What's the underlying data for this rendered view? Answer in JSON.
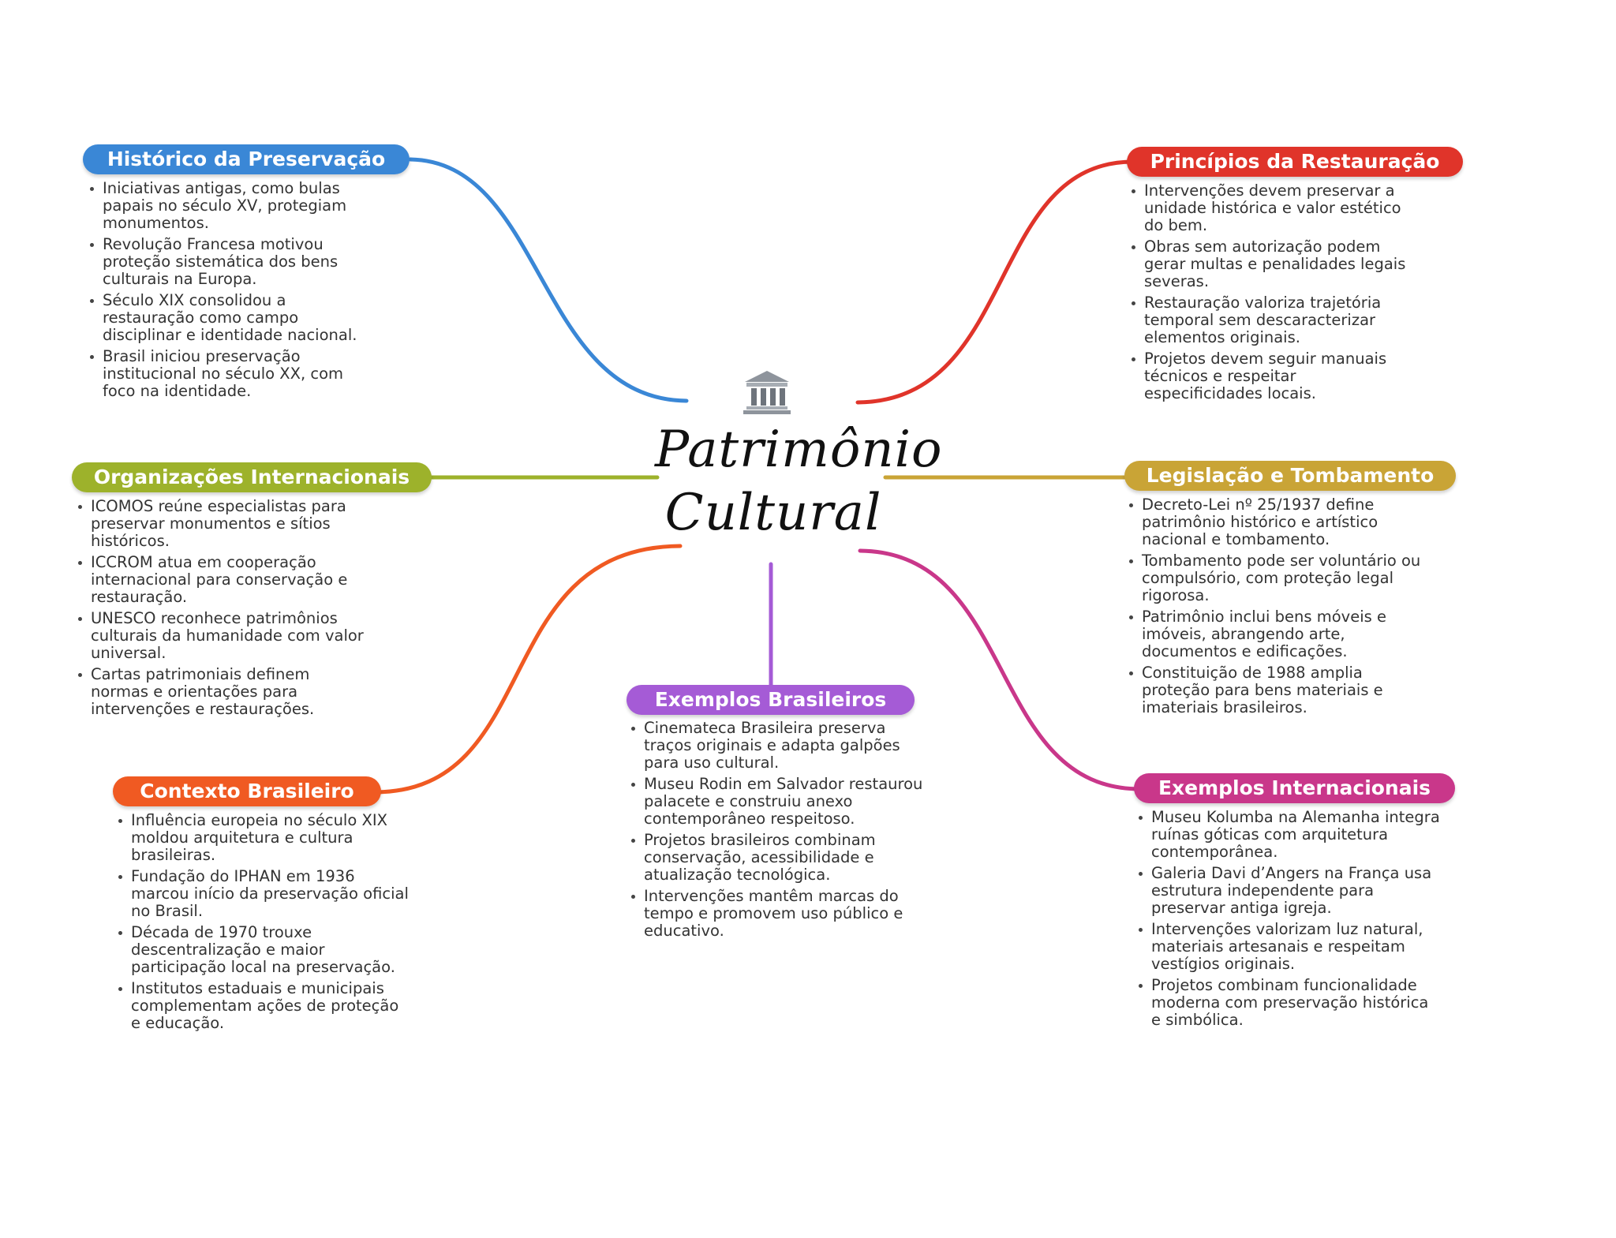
{
  "center": {
    "title": "Patrimônio Cultural",
    "icon": "classical-building-icon"
  },
  "branches": [
    {
      "id": "historico",
      "title": "Histórico da Preservação",
      "color": "#3A87D6",
      "bullets": [
        "Iniciativas antigas, como bulas papais no século XV, protegiam monumentos.",
        "Revolução Francesa motivou proteção sistemática dos bens culturais na Europa.",
        "Século XIX consolidou a restauração como campo disciplinar e identidade nacional.",
        "Brasil iniciou preservação institucional no século XX, com foco na identidade."
      ]
    },
    {
      "id": "organizacoes",
      "title": "Organizações Internacionais",
      "color": "#9DB22B",
      "bullets": [
        "ICOMOS reúne especialistas para preservar monumentos e sítios históricos.",
        "ICCROM atua em cooperação internacional para conservação e restauração.",
        "UNESCO reconhece patrimônios culturais da humanidade com valor universal.",
        "Cartas patrimoniais definem normas e orientações para intervenções e restaurações."
      ]
    },
    {
      "id": "contexto",
      "title": "Contexto Brasileiro",
      "color": "#F05A22",
      "bullets": [
        "Influência europeia no século XIX moldou arquitetura e cultura brasileiras.",
        "Fundação do IPHAN em 1936 marcou início da preservação oficial no Brasil.",
        "Década de 1970 trouxe descentralização e maior participação local na preservação.",
        "Institutos estaduais e municipais complementam ações de proteção e educação."
      ]
    },
    {
      "id": "exemplos-br",
      "title": "Exemplos Brasileiros",
      "color": "#A55BD6",
      "bullets": [
        "Cinemateca Brasileira preserva traços originais e adapta galpões para uso cultural.",
        "Museu Rodin em Salvador restaurou palacete e construiu anexo contemporâneo respeitoso.",
        "Projetos brasileiros combinam conservação, acessibilidade e atualização tecnológica.",
        "Intervenções mantêm marcas do tempo e promovem uso público e educativo."
      ]
    },
    {
      "id": "principios",
      "title": "Princípios da Restauração",
      "color": "#E0342A",
      "bullets": [
        "Intervenções devem preservar a unidade histórica e valor estético do bem.",
        "Obras sem autorização podem gerar multas e penalidades legais severas.",
        "Restauração valoriza trajetória temporal sem descaracterizar elementos originais.",
        "Projetos devem seguir manuais técnicos e respeitar especificidades locais."
      ]
    },
    {
      "id": "legislacao",
      "title": "Legislação e Tombamento",
      "color": "#C9A436",
      "bullets": [
        "Decreto-Lei nº 25/1937 define patrimônio histórico e artístico nacional e tombamento.",
        "Tombamento pode ser voluntário ou compulsório, com proteção legal rigorosa.",
        "Patrimônio inclui bens móveis e imóveis, abrangendo arte, documentos e edificações.",
        "Constituição de 1988 amplia proteção para bens materiais e imateriais brasileiros."
      ]
    },
    {
      "id": "exemplos-int",
      "title": "Exemplos Internacionais",
      "color": "#C9378A",
      "bullets": [
        "Museu Kolumba na Alemanha integra ruínas góticas com arquitetura contemporânea.",
        "Galeria Davi d’Angers na França usa estrutura independente para preservar antiga igreja.",
        "Intervenções valorizam luz natural, materiais artesanais e respeitam vestígios originais.",
        "Projetos combinam funcionalidade moderna com preservação histórica e simbólica."
      ]
    }
  ]
}
